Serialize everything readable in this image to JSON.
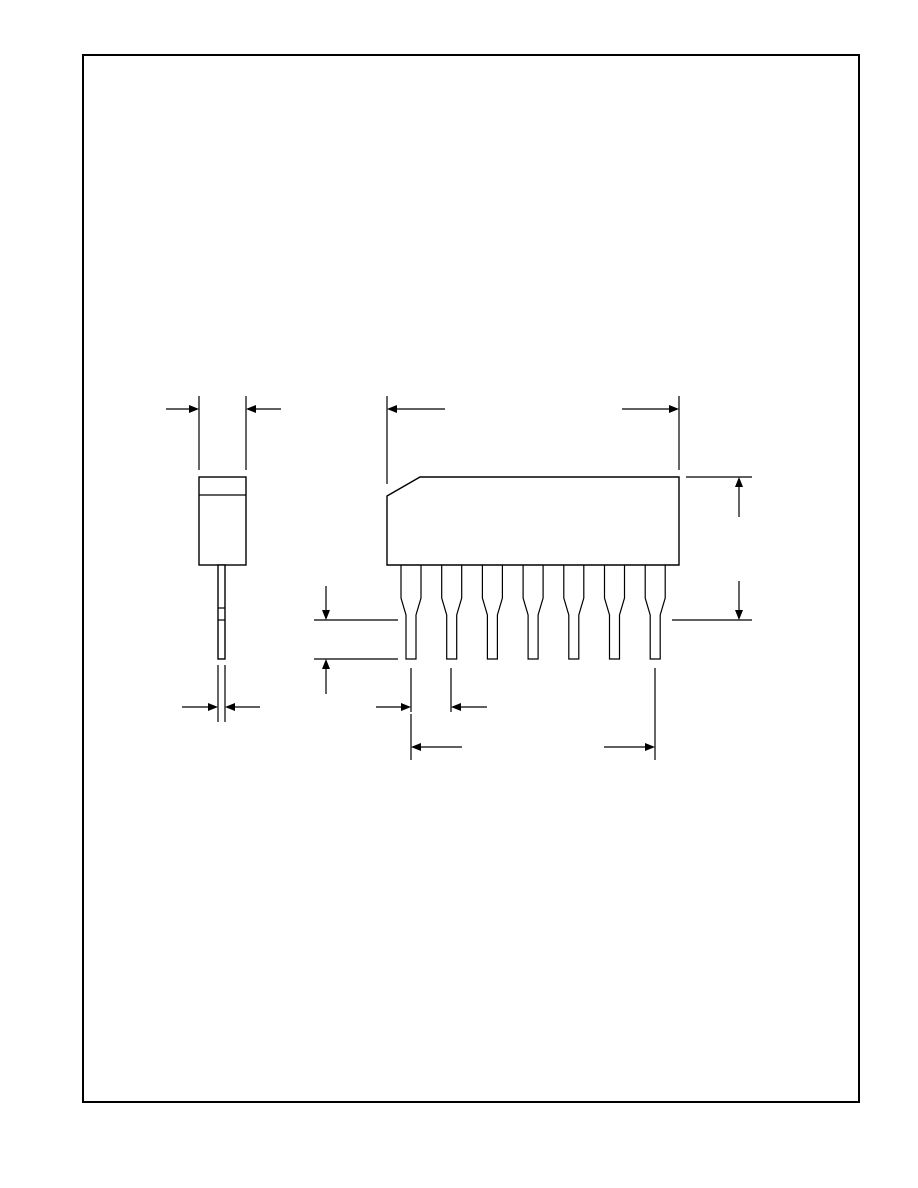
{
  "drawing": {
    "type": "package-outline",
    "views": [
      "side-view",
      "front-view"
    ],
    "lead_count": 7,
    "colors": {
      "line": "#000000",
      "background": "#ffffff",
      "frame": "#000000"
    }
  }
}
